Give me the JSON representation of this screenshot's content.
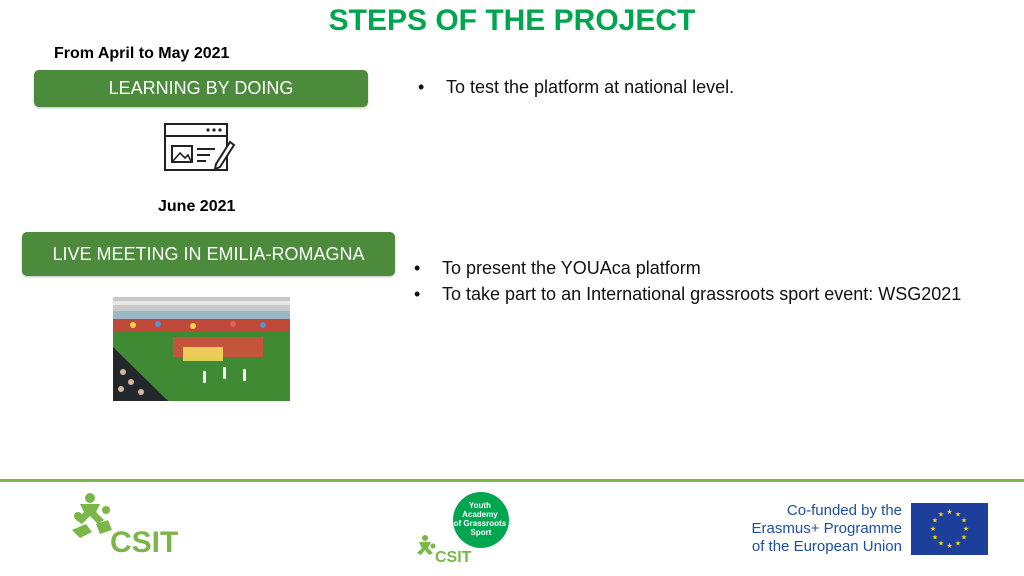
{
  "title": "STEPS OF THE PROJECT",
  "steps": [
    {
      "date": "From April to May 2021",
      "label": "LEARNING BY DOING",
      "bullets": [
        "To test the platform at national level."
      ]
    },
    {
      "date": "June 2021",
      "label": "LIVE MEETING IN EMILIA-ROMAGNA",
      "bullets": [
        "To present the YOUAca platform",
        "To take part to an International grassroots sport event: WSG2021"
      ]
    }
  ],
  "bullet_glyph": "•",
  "icons": {
    "step1": "browser-edit-icon",
    "step2": "stadium-photo"
  },
  "footer": {
    "csit_logo": "CSIT",
    "youth_logo": {
      "badge_lines": [
        "Youth",
        "Academy",
        "of Grassroots",
        "Sport"
      ],
      "word": "CSIT"
    },
    "eu_text": [
      "Co-funded by the",
      "Erasmus+ Programme",
      "of the European Union"
    ]
  },
  "colors": {
    "title": "#00a550",
    "pill": "#4c8a3c",
    "divider": "#7ab648",
    "eu_blue": "#1b3f9a",
    "eu_star": "#ffd700"
  }
}
